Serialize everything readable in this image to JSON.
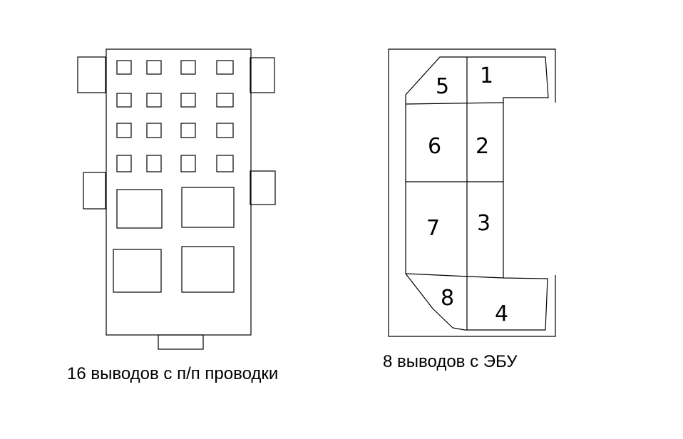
{
  "left_connector": {
    "caption": "16 выводов с п/п проводки"
  },
  "right_connector": {
    "caption": "8 выводов с ЭБУ",
    "pin_labels": {
      "p1": "1",
      "p2": "2",
      "p3": "3",
      "p4": "4",
      "p5": "5",
      "p6": "6",
      "p7": "7",
      "p8": "8"
    }
  },
  "colors": {
    "line": "#000000",
    "background": "#ffffff"
  }
}
